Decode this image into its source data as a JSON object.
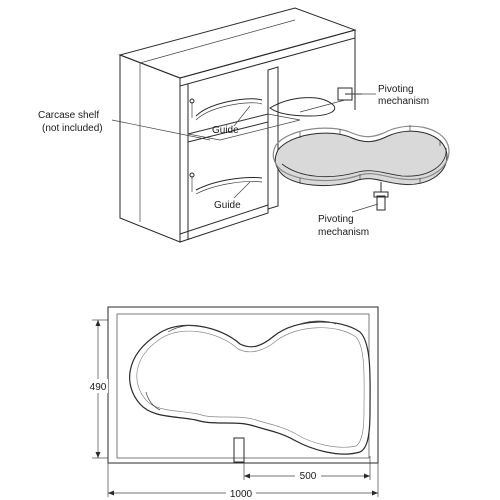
{
  "top_diagram": {
    "labels": {
      "carcase_shelf_line1": "Carcase shelf",
      "carcase_shelf_line2": "(not included)",
      "guide_upper": "Guide",
      "guide_lower": "Guide",
      "pivot_upper_line1": "Pivoting",
      "pivot_upper_line2": "mechanism",
      "pivot_lower_line1": "Pivoting",
      "pivot_lower_line2": "mechanism"
    }
  },
  "plan_diagram": {
    "dimensions": {
      "depth": "490",
      "partial_width": "500",
      "total_width": "1000"
    }
  },
  "colors": {
    "line": "#2a2a2a",
    "tray_fill": "#d9d9d9",
    "tray_rim": "#8a8a8a"
  }
}
